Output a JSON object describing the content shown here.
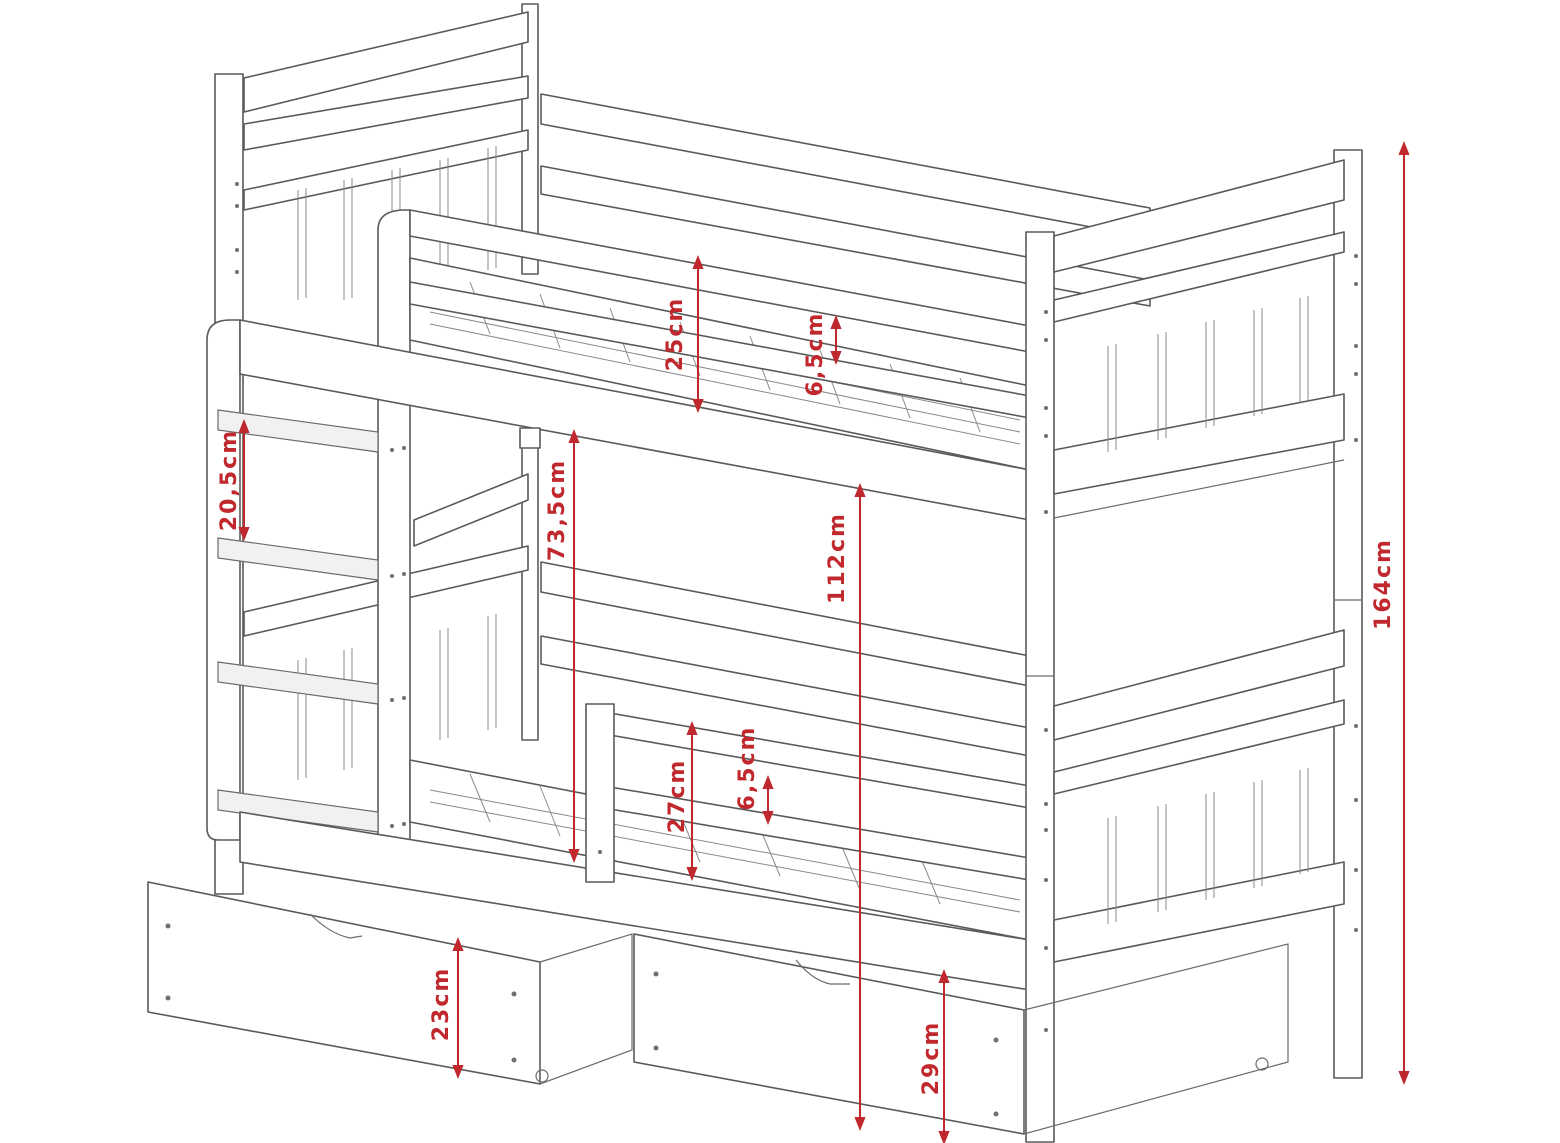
{
  "colors": {
    "dimension": "#c0282d",
    "outline": "#5a5a5a",
    "background": "#ffffff"
  },
  "dimensions": {
    "rail_height_top": "25cm",
    "rail_bar_top": "6,5cm",
    "ladder_step": "20,5cm",
    "bunk_clearance": "73,5cm",
    "top_bunk_height": "112cm",
    "total_height": "164cm",
    "rail_height_bottom": "27cm",
    "rail_bar_bottom": "6,5cm",
    "drawer_front_height": "23cm",
    "drawer_back_height": "29cm"
  }
}
